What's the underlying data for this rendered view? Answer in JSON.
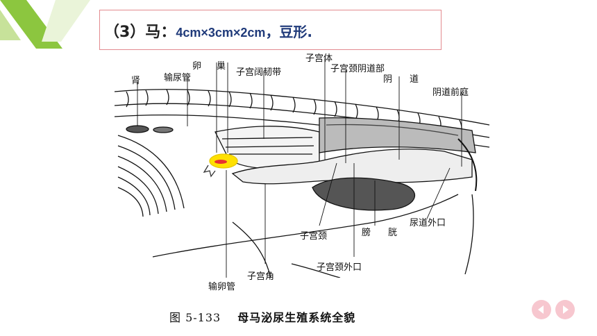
{
  "slide": {
    "heading": {
      "prefix": "（3）马",
      "separator": "：",
      "dimensions": "4cm×3cm×2cm",
      "shape": "，豆形."
    },
    "labels": {
      "shen": "肾",
      "shuniaoguan": "输尿管",
      "luanchao_1": "卵",
      "luanchao_2": "巢",
      "zigong_kuorendai": "子宫阔韧带",
      "zigongti": "子宫体",
      "zigongjing_yindaobu": "子宫颈阴道部",
      "yindao_1": "阴",
      "yindao_2": "道",
      "yindao_qianting": "阴道前庭",
      "niaodao_waikou": "尿道外口",
      "pangguang_1": "膀",
      "pangguang_2": "胱",
      "zigongjing": "子宫颈",
      "zigongjing_waikou": "子宫颈外口",
      "zigongjiao": "子宫角",
      "shuluanguan": "输卵管"
    },
    "caption": {
      "figure_no": "图 5-133",
      "title": "母马泌尿生殖系统全貌"
    },
    "nav": {
      "prev_icon": "chevron-left-icon",
      "next_icon": "chevron-right-icon"
    },
    "colors": {
      "accent_green": "#8cc63f",
      "accent_pink": "#f7c7cf",
      "title_border": "#e38a8f",
      "ovary_yellow": "#ffe000",
      "ovary_red": "#e83030"
    }
  }
}
